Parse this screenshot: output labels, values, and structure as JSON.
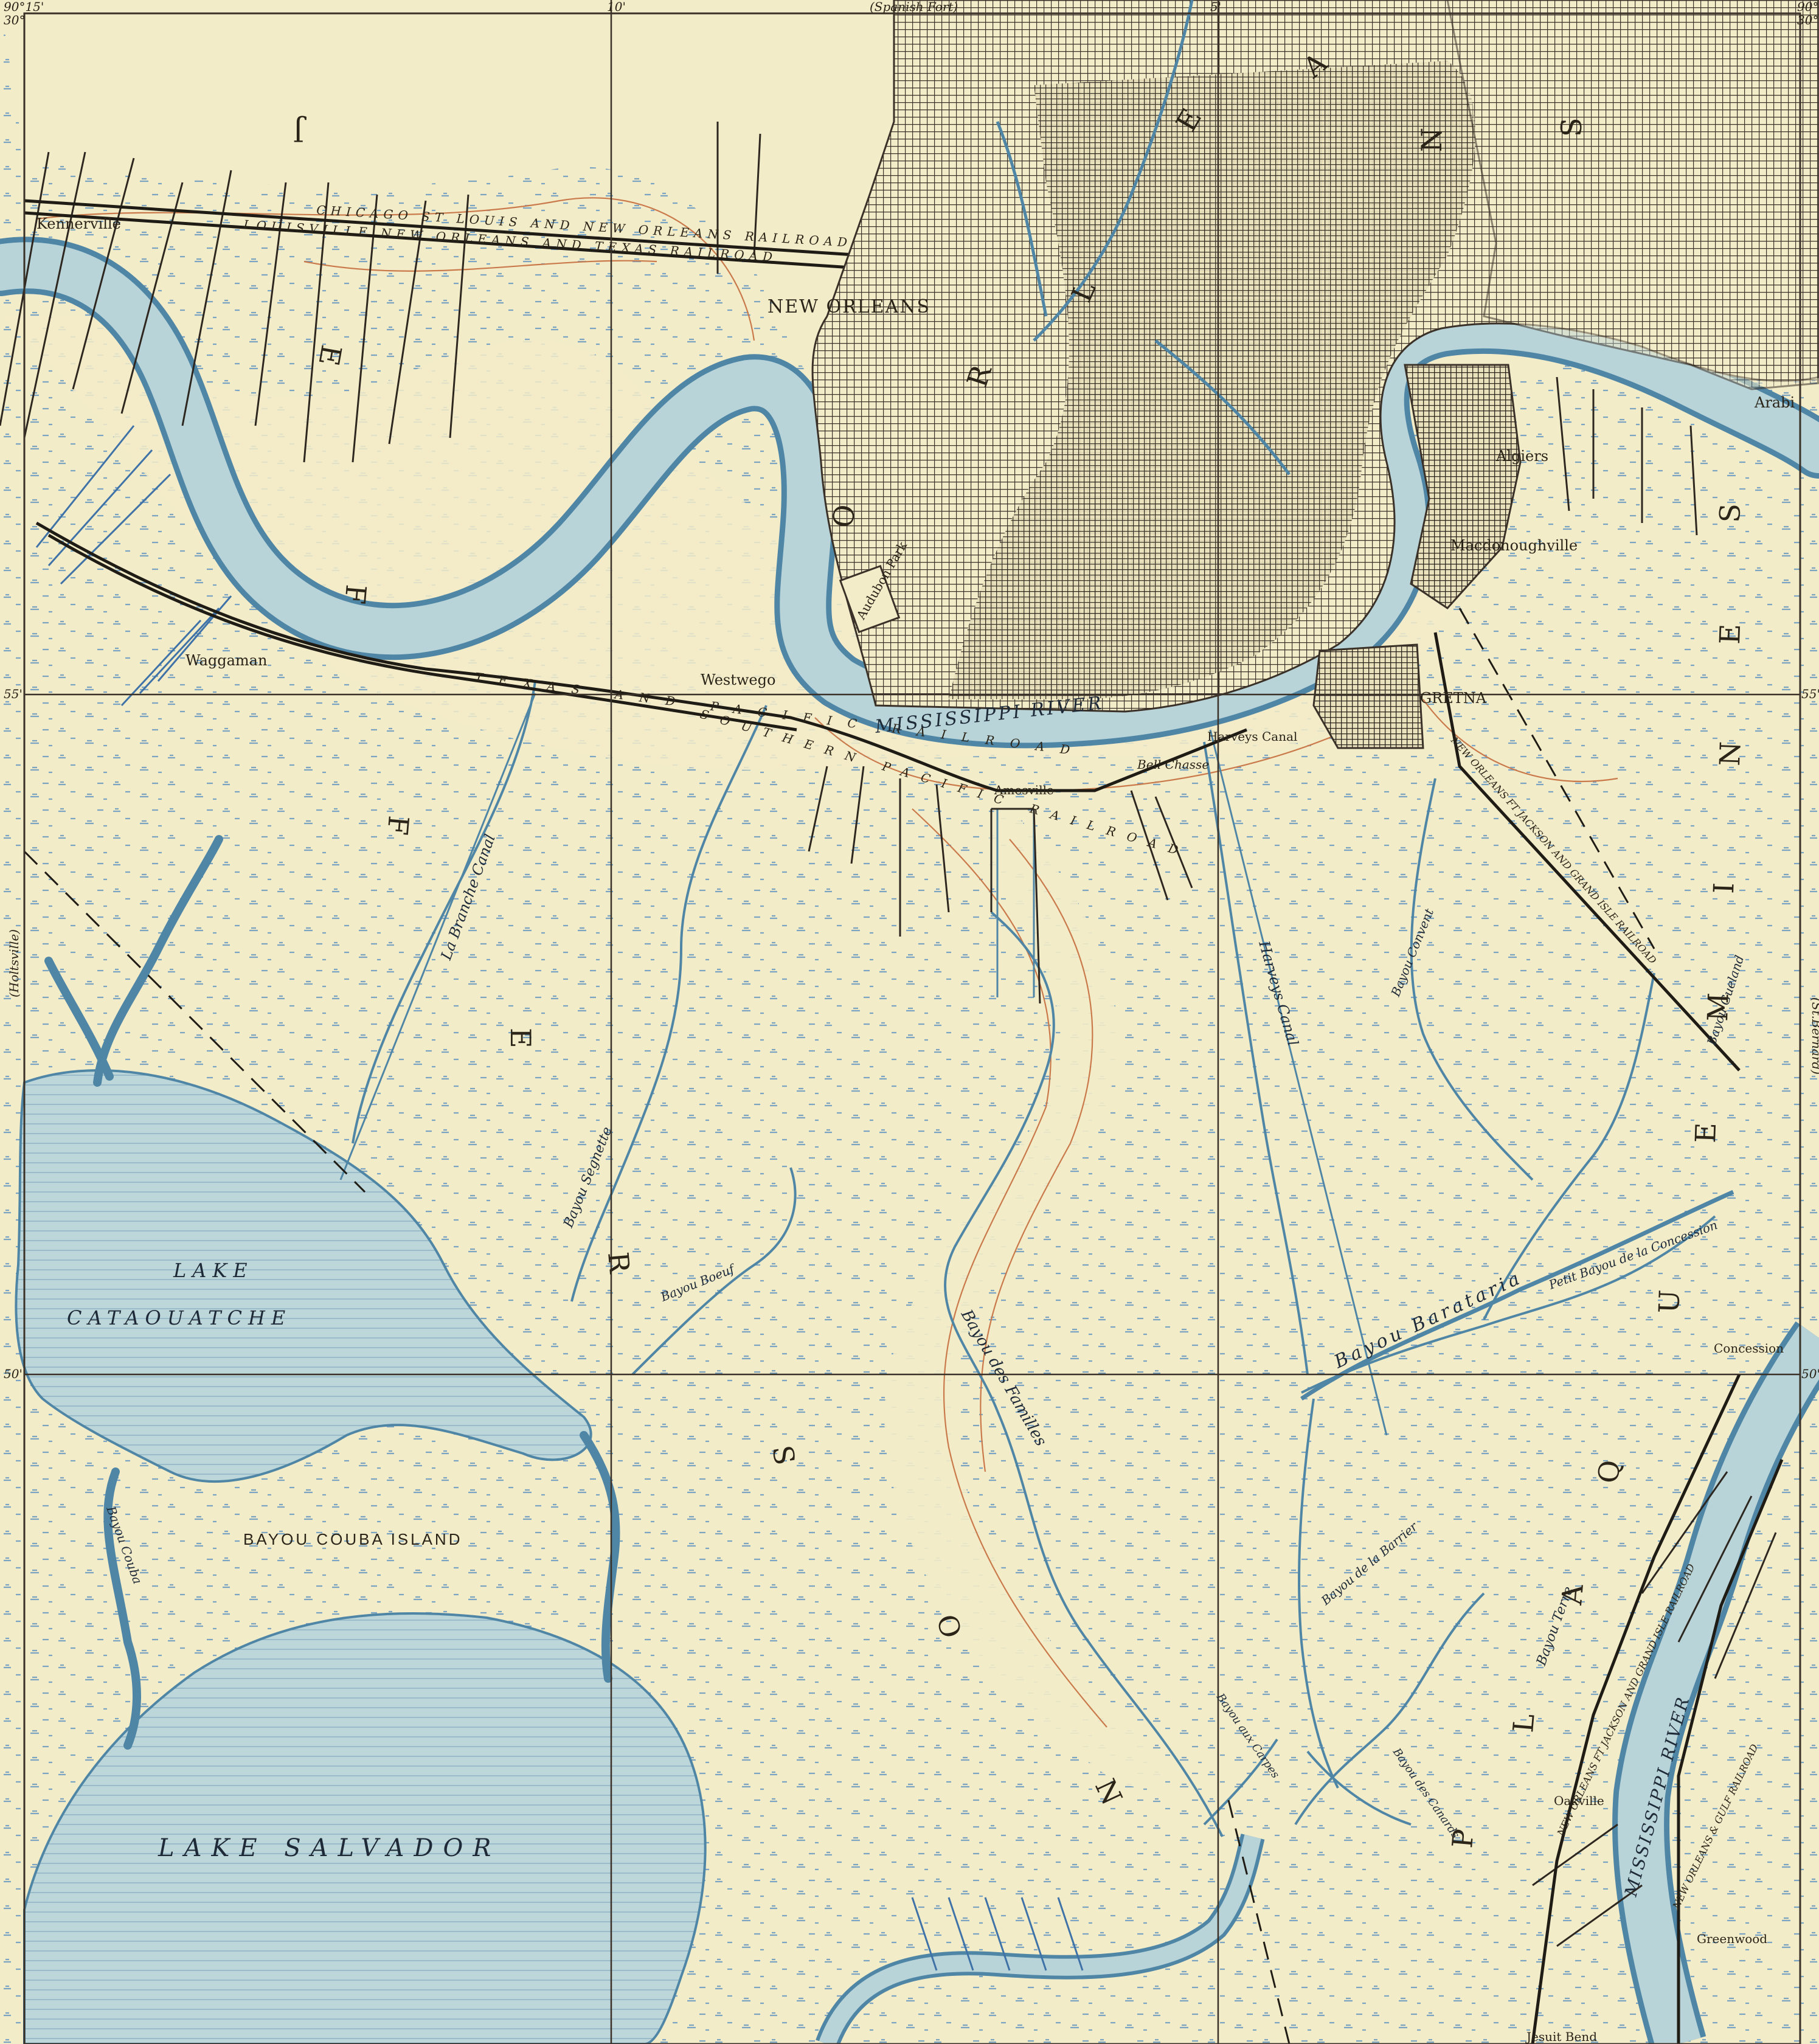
{
  "colors": {
    "paper": "#f3ecc9",
    "water": "#b9d4d8",
    "water_edge": "#4f86a6",
    "marsh": "#6d9cc0",
    "city": "#3a3128",
    "road": "#2d2720",
    "contour": "#c9794a",
    "grid": "#3a3128"
  },
  "margin": {
    "top_left_corner": "90°15'",
    "top_left_corner_sub": "30°",
    "top_10": "10'",
    "top_spanish_fort": "(Spanish Fort)",
    "top_5": "5'",
    "top_right_corner": "90°",
    "top_right_corner_sub": "30°",
    "left_55": "55'",
    "left_holtsville": "(Holtsville)",
    "left_50": "50'",
    "right_55": "55'",
    "right_st_bernard": "(St.Bernard)",
    "right_50": "50'"
  },
  "places": {
    "kennerville": "Kennerville",
    "new_orleans": "NEW ORLEANS",
    "arabi": "Arabi",
    "algiers": "Algiers",
    "macdonoughville": "Macdonoughville",
    "audubon_park": "Audubon Park",
    "waggaman": "Waggaman",
    "westwego": "Westwego",
    "gretna": "GRETNA",
    "harveys_canal_town": "Harveys Canal",
    "amesville": "Amesville",
    "bell_chasse": "Bell Chasse",
    "concession": "Concession",
    "oakville": "Oakville",
    "greenwood": "Greenwood",
    "jesuit_bend": "Jesuit Bend"
  },
  "railroads": {
    "chicago": "CHICAGO ST LOUIS AND NEW ORLEANS RAILROAD",
    "louisville": "LOUISVILLE NEW ORLEANS AND TEXAS RAILROAD",
    "texas_pacific": "TEXAS AND PACIFIC RAILROAD",
    "southern_pacific": "SOUTHERN PACIFIC RAILROAD",
    "no_fort_jackson": "NEW ORLEANS FT JACKSON AND GRAND ISLE RAILROAD",
    "no_fort_jackson_2": "NEW ORLEANS FT JACKSON AND GRAND ISLE RAILROAD",
    "no_gulf": "NEW ORLEANS & GULF RAILROAD"
  },
  "water": {
    "mississippi_1": "MISSISSIPPI RIVER",
    "mississippi_2": "MISSISSIPPI RIVER",
    "lake_cataouatche_1": "LAKE",
    "lake_cataouatche_2": "CATAOUATCHE",
    "lake_salvador": "LAKE SALVADOR",
    "bayou_couba_island": "BAYOU COUBA ISLAND",
    "bayou_couba": "Bayou Couba",
    "la_branche": "La Branche Canal",
    "bayou_segnette": "Bayou Segnette",
    "bayou_boeuf": "Bayou Boeuf",
    "bayou_des_familles": "Bayou des Familles",
    "harveys_canal": "Harveys Canal",
    "bayou_barataria": "Bayou Barataria",
    "petit_bayou": "Petit Bayou de la Concession",
    "bayou_convent": "Bayou Convent",
    "bayou_gueland": "Bayou Gueland",
    "bayou_de_la_barrier": "Bayou de la Barrier",
    "bayou_terre": "Bayou Terre",
    "bayou_aux_carpes": "Bayou aux Carpes",
    "bayou_des_canards": "Bayou des Canards"
  },
  "parishes": {
    "jefferson": [
      "J",
      "E",
      "F",
      "F",
      "E",
      "R",
      "S",
      "O",
      "N"
    ],
    "orleans": [
      "O",
      "R",
      "L",
      "E",
      "A",
      "N",
      "S"
    ],
    "plaquemines": [
      "P",
      "L",
      "A",
      "Q",
      "U",
      "E",
      "M",
      "I",
      "N",
      "E",
      "S"
    ]
  }
}
